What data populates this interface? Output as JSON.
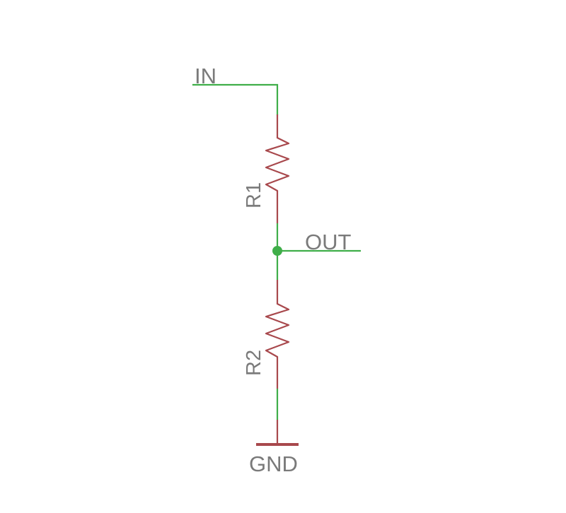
{
  "diagram": {
    "labels": {
      "input": "IN",
      "output": "OUT",
      "ground": "GND",
      "r1": "R1",
      "r2": "R2"
    },
    "colors": {
      "wire": "#3fae49",
      "component": "#a8484c",
      "text": "#7a7a7a",
      "junction": "#3fae49"
    }
  }
}
